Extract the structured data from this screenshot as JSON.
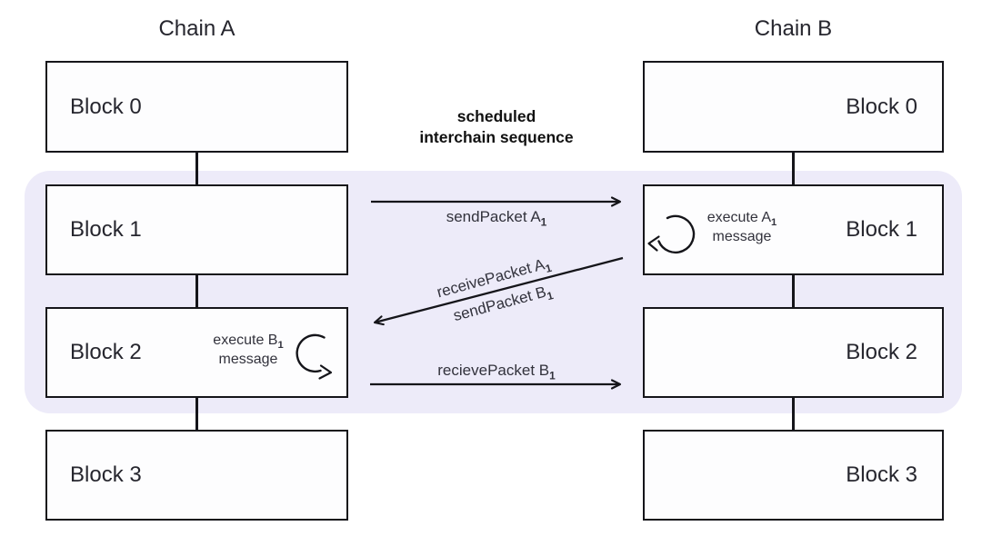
{
  "titles": {
    "chain_a": "Chain A",
    "chain_b": "Chain B"
  },
  "chain_a": {
    "blocks": [
      "Block 0",
      "Block 1",
      "Block 2",
      "Block 3"
    ]
  },
  "chain_b": {
    "blocks": [
      "Block 0",
      "Block 1",
      "Block 2",
      "Block 3"
    ]
  },
  "center": {
    "header_line1": "scheduled",
    "header_line2": "interchain sequence"
  },
  "arrows": {
    "send_a": {
      "text": "sendPacket A",
      "sub": "1",
      "direction": "left-to-right"
    },
    "receive_a": {
      "text": "receivePacket A",
      "sub": "1",
      "direction": "right-to-left"
    },
    "send_b": {
      "text": "sendPacket B",
      "sub": "1",
      "direction": "right-to-left"
    },
    "receive_b": {
      "text": "recievePacket B",
      "sub": "1",
      "direction": "left-to-right"
    }
  },
  "annotations": {
    "execute_a": {
      "line1": "execute A",
      "sub": "1",
      "line2": "message"
    },
    "execute_b": {
      "line1": "execute B",
      "sub": "1",
      "line2": "message"
    }
  },
  "colors": {
    "highlight": "#EDEBF9",
    "line": "#15151a",
    "text": "#26262e",
    "label": "#32323c"
  }
}
